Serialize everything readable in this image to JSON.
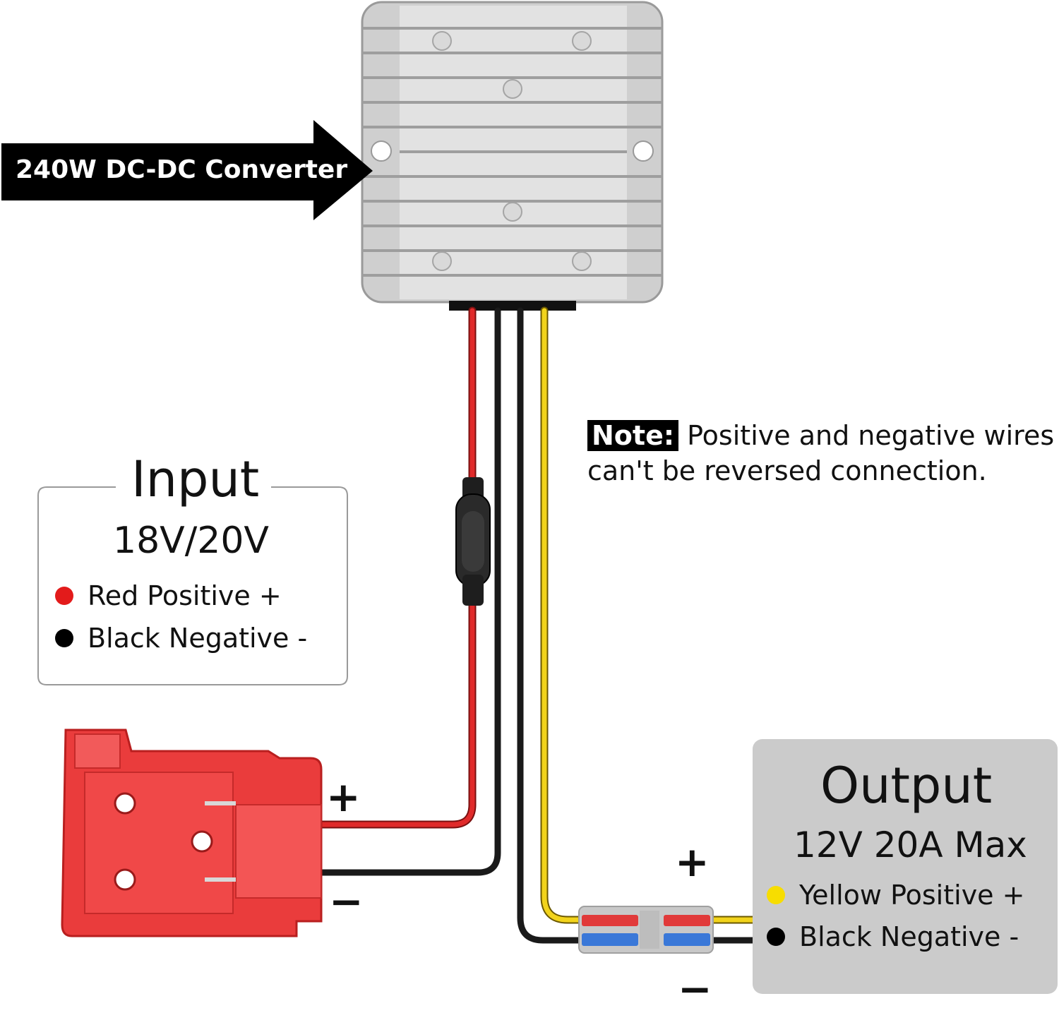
{
  "converter": {
    "label": "240W DC-DC Converter"
  },
  "note": {
    "tag": "Note:",
    "text": " Positive and negative wires",
    "text2": "can't be reversed connection."
  },
  "input": {
    "title": "Input",
    "voltage": "18V/20V",
    "legend": [
      {
        "color": "#e31b1b",
        "text": "Red Positive +"
      },
      {
        "color": "#000000",
        "text": "Black Negative -"
      }
    ]
  },
  "output": {
    "title": "Output",
    "voltage": "12V 20A  Max",
    "legend": [
      {
        "color": "#f7dd00",
        "text": "Yellow Positive +"
      },
      {
        "color": "#000000",
        "text": "Black Negative -"
      }
    ]
  },
  "polarity": {
    "input_plus": "+",
    "input_minus": "−",
    "output_plus": "+",
    "output_minus": "−"
  },
  "colors": {
    "red_wire": "#e02a2a",
    "black_wire": "#1a1a1a",
    "yellow_wire": "#f2d31b",
    "adapter": "#ea3c3c",
    "converter": "#d7d7d7"
  }
}
